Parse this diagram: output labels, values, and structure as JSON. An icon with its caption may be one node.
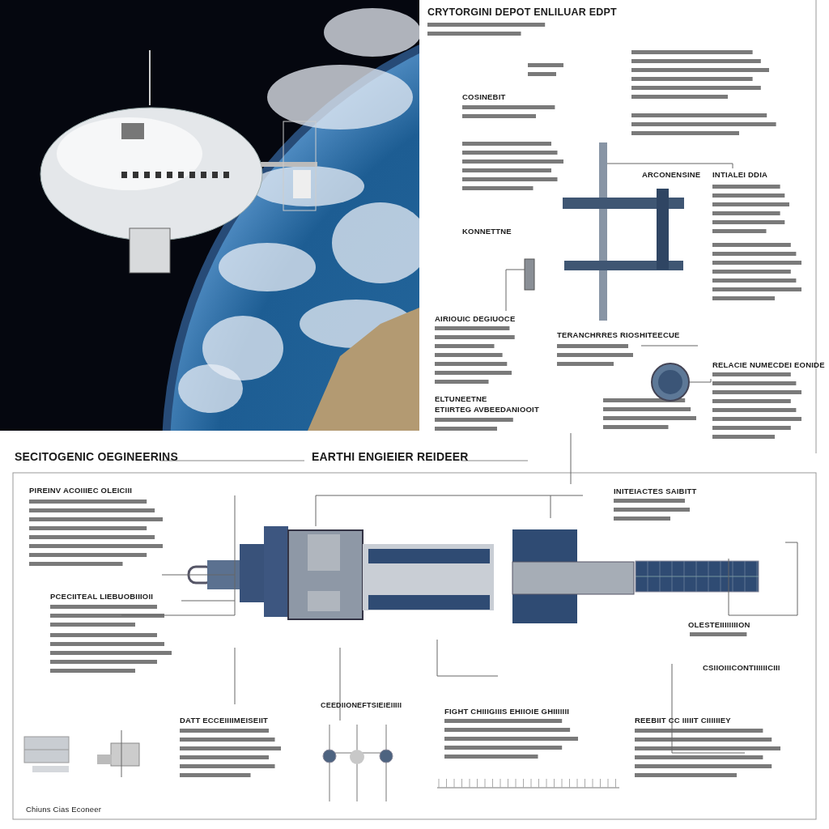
{
  "diagram": {
    "title": "CRYTORGINI DEPOT ENLILUAR EDPT",
    "nodes": [
      {
        "text": [
          "AIRIOUIC DEGIUOCE"
        ]
      },
      {
        "text": [
          "INTIALEI DDIA"
        ]
      },
      {
        "text": [
          "TERANCHRRES RIOSHITEECUE"
        ]
      },
      {
        "text": [
          "RELACIE NUMECDEI EONIDE"
        ]
      },
      {
        "text": [],
        "shape": "box"
      },
      {
        "text": [],
        "shape": "picture"
      },
      {
        "text": [],
        "shape": "picture"
      }
    ],
    "edges": [
      {
        "from": 0,
        "to": 4,
        "arrow": "none"
      },
      {
        "from": 1,
        "to": 5,
        "arrow": "none"
      },
      {
        "from": 2,
        "to": null,
        "arrow": "none"
      },
      {
        "from": 3,
        "to": 6,
        "arrow": "none"
      }
    ],
    "labels": [
      "COSINEBIT",
      "ARCONENSINE",
      "KONNETTNE",
      "ELTUNEETNE",
      "ETIIRTEG AVBEEDANIOOIT",
      "SECITOGENIC OEGINEERINS",
      "EARTHI ENGIEIER REIDEER",
      "PIREINV ACOIIIEC OLEICIII",
      "PCECIITEAL LIEBUOBIIIOII",
      "INITEIACTES SAIBITT",
      "OLESTEIIIIIIIION",
      "CSIIOIIICONTIIIIIICIII",
      "DATT ECCEIIIIMEISEIIT",
      "CEEDIIONEFTSIEIEIIIII",
      "FIGHT CHIIIGIIIS EHIIOIE GHIIIIIII",
      "REEBIIT CC IIIIIT CIIIIIIEY",
      "Chiuns Cias Econeer"
    ]
  }
}
